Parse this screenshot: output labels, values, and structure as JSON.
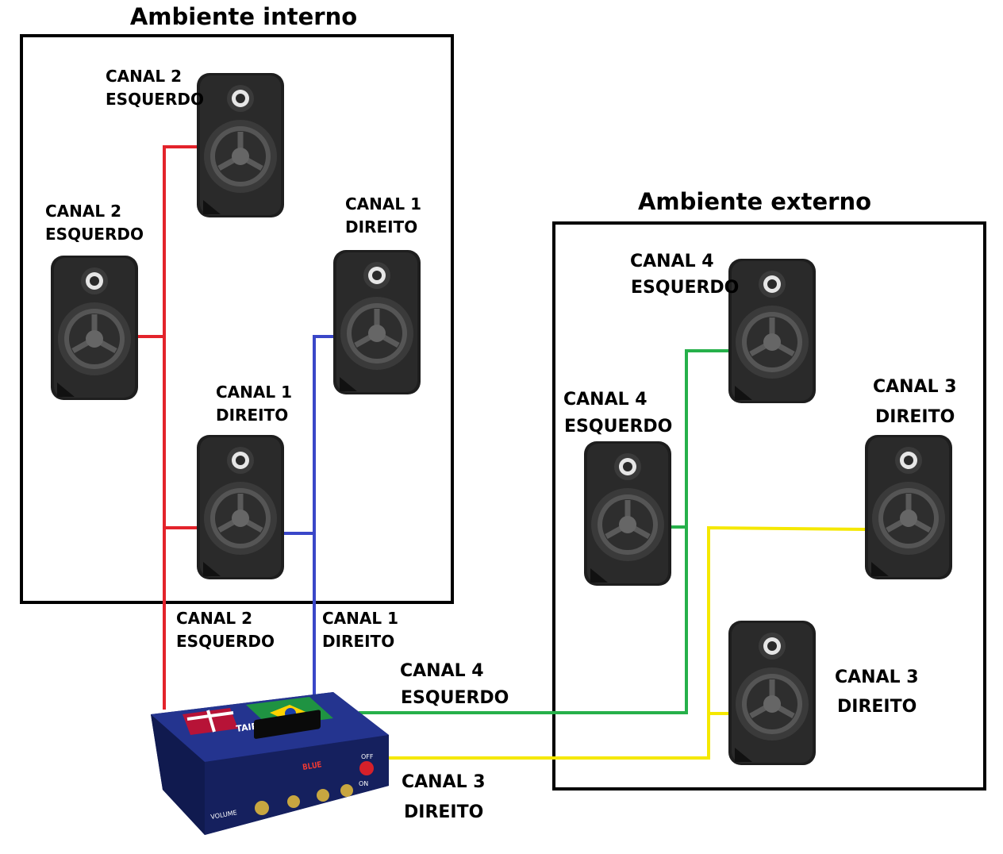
{
  "colors": {
    "canal1": "#3a47c8",
    "canal2": "#e3232b",
    "canal3": "#f5e800",
    "canal4": "#26b04a",
    "speaker_body": "#1e1e1e",
    "frame": "#000000"
  },
  "rooms": {
    "internal": {
      "title": "Ambiente interno"
    },
    "external": {
      "title": "Ambiente externo"
    }
  },
  "speaker_labels": {
    "int_top": {
      "line1": "CANAL 2",
      "line2": "ESQUERDO"
    },
    "int_left": {
      "line1": "CANAL 2",
      "line2": "ESQUERDO"
    },
    "int_right": {
      "line1": "CANAL 1",
      "line2": "DIREITO"
    },
    "int_bottom": {
      "line1": "CANAL 1",
      "line2": "DIREITO"
    },
    "ext_top": {
      "line1": "CANAL 4",
      "line2": "ESQUERDO"
    },
    "ext_left": {
      "line1": "CANAL 4",
      "line2": "ESQUERDO"
    },
    "ext_right": {
      "line1": "CANAL 3",
      "line2": "DIREITO"
    },
    "ext_bottom": {
      "line1": "CANAL 3",
      "line2": "DIREITO"
    }
  },
  "wire_labels": {
    "canal2": {
      "line1": "CANAL 2",
      "line2": "ESQUERDO"
    },
    "canal1": {
      "line1": "CANAL 1",
      "line2": "DIREITO"
    },
    "canal4": {
      "line1": "CANAL 4",
      "line2": "ESQUERDO"
    },
    "canal3": {
      "line1": "CANAL 3",
      "line2": "DIREITO"
    }
  },
  "amplifier": {
    "brand": "TAIRIT",
    "display": "BLUE",
    "switch_on": "ON",
    "switch_off": "OFF",
    "volume": "VOLUME"
  }
}
